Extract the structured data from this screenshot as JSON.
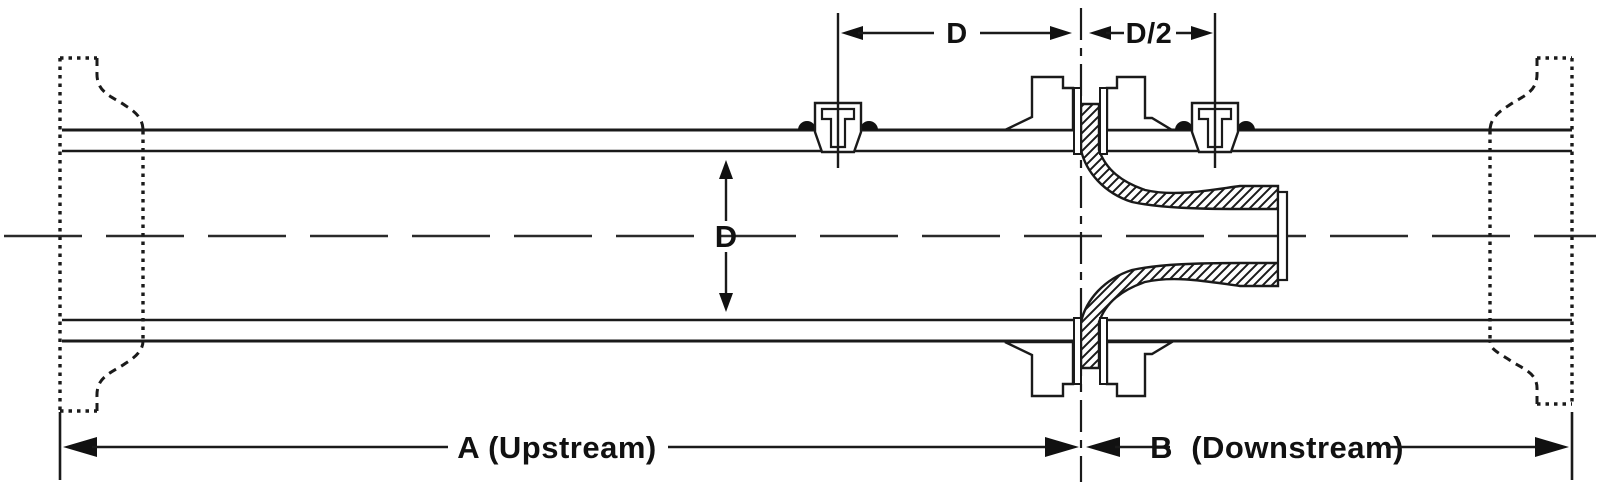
{
  "diagram": {
    "labels": {
      "top_d": "D",
      "top_d_half": "D/2",
      "bore_d": "D",
      "upstream": "A (Upstream)",
      "downstream": "B  (Downstream)"
    },
    "colors": {
      "line": "#1a1a1a",
      "centerline": "#2a2a2a",
      "background": "#ffffff",
      "arrow_fill": "#111111"
    }
  }
}
